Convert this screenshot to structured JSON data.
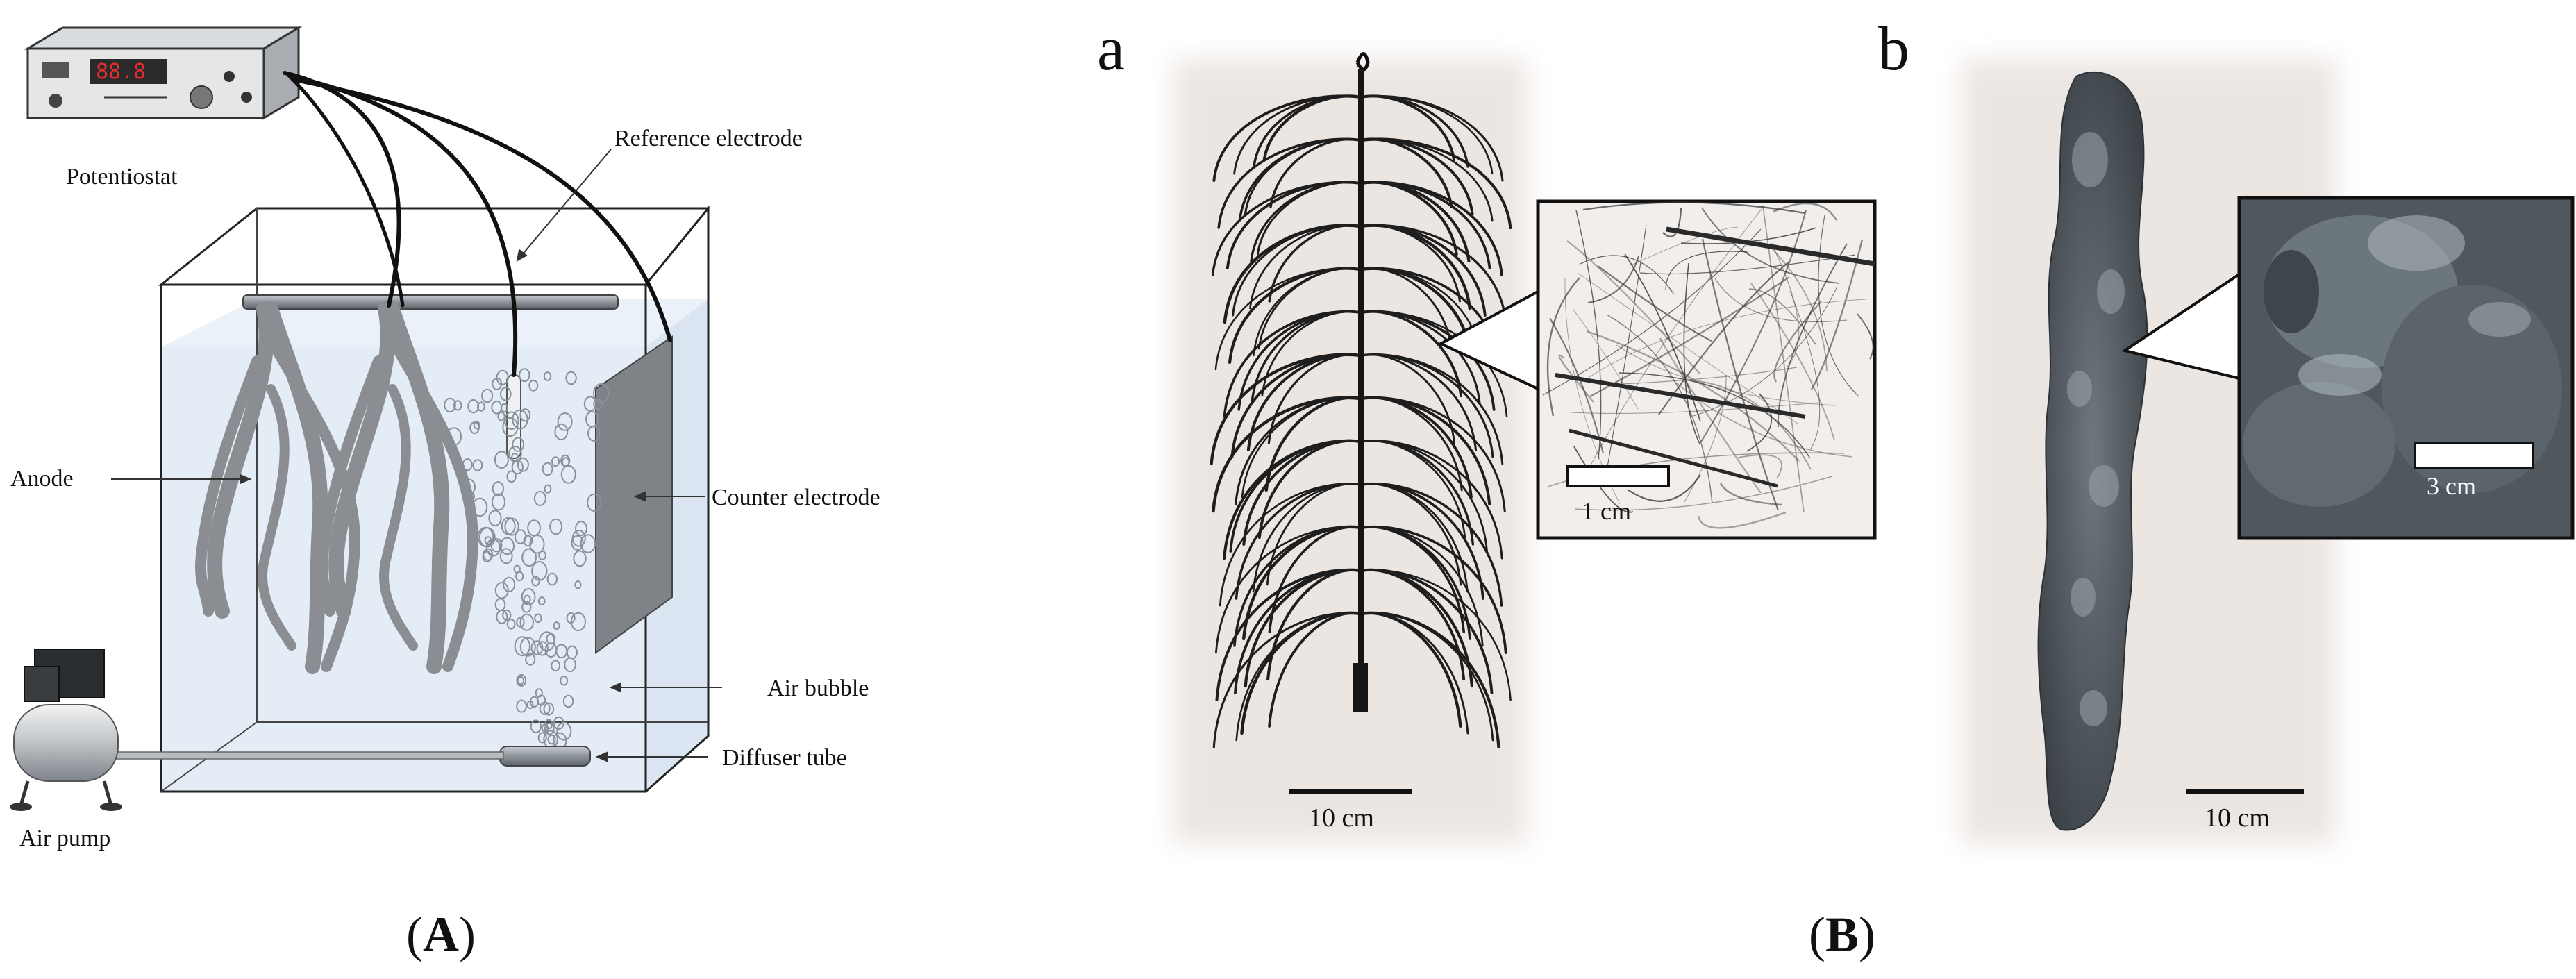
{
  "panel_a": {
    "potentiostat_label": "Potentiostat",
    "reference_electrode_label": "Reference electrode",
    "anode_label": "Anode",
    "counter_electrode_label": "Counter electrode",
    "air_bubble_label": "Air bubble",
    "diffuser_tube_label": "Diffuser tube",
    "air_pump_label": "Air pump",
    "caption": "A"
  },
  "panel_b": {
    "caption": "B",
    "photo_a": {
      "letter": "a",
      "scale_main": "10 cm",
      "scale_inset": "1 cm"
    },
    "photo_b": {
      "letter": "b",
      "scale_main": "10 cm",
      "scale_inset": "3 cm"
    }
  },
  "colors": {
    "water": "#dfeaf4",
    "anode": "#8a8d91",
    "photo_bg": "#ece6e3",
    "biofilm": "#4c5358"
  }
}
